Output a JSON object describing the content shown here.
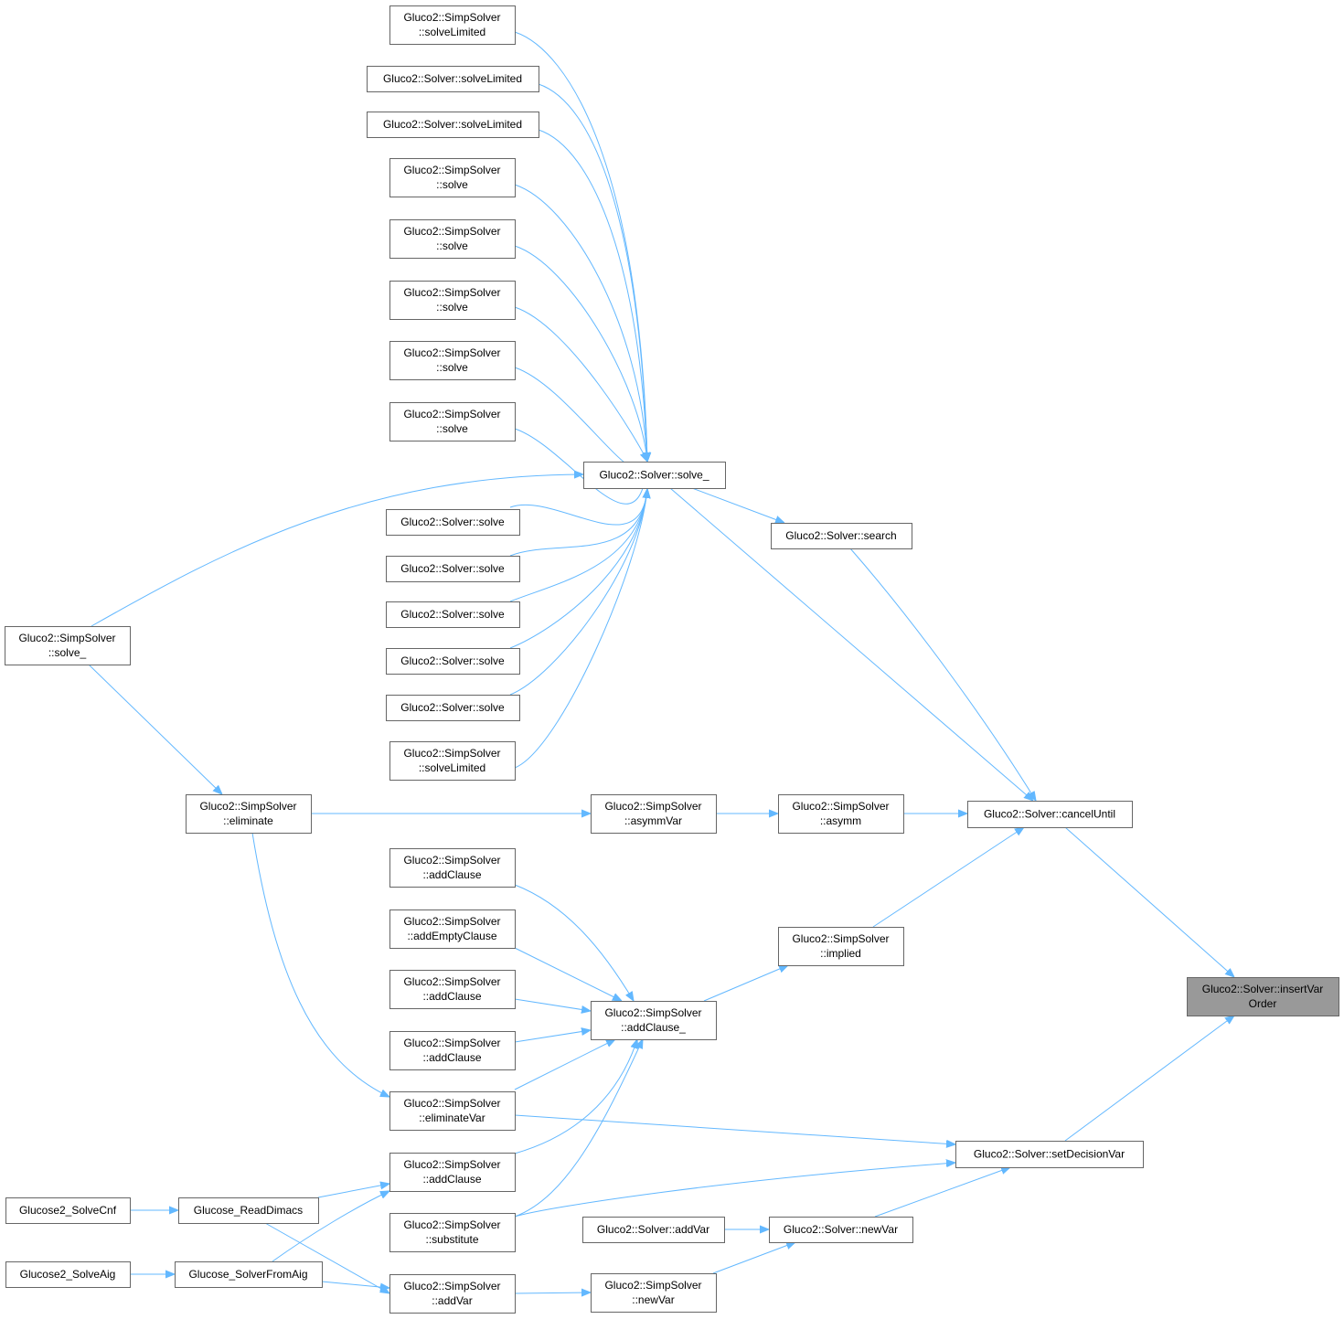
{
  "title": "Gluco2::Solver::insertVarOrder caller graph",
  "colors": {
    "edge": "#63b8ff",
    "node_border": "#666666",
    "current_node_fill": "#999999"
  },
  "nodes": {
    "insertVarOrder": [
      "Gluco2::Solver::insertVar",
      "Order"
    ],
    "cancelUntil": [
      "Gluco2::Solver::cancelUntil"
    ],
    "setDecisionVar": [
      "Gluco2::Solver::setDecisionVar"
    ],
    "solve_": [
      "Gluco2::Solver::solve_"
    ],
    "search": [
      "Gluco2::Solver::search"
    ],
    "asymm": [
      "Gluco2::SimpSolver",
      "::asymm"
    ],
    "implied": [
      "Gluco2::SimpSolver",
      "::implied"
    ],
    "newVar": [
      "Gluco2::Solver::newVar"
    ],
    "addVarS": [
      "Gluco2::Solver::addVar"
    ],
    "ssNewVar": [
      "Gluco2::SimpSolver",
      "::newVar"
    ],
    "asymmVar": [
      "Gluco2::SimpSolver",
      "::asymmVar"
    ],
    "addClause_": [
      "Gluco2::SimpSolver",
      "::addClause_"
    ],
    "eliminate": [
      "Gluco2::SimpSolver",
      "::eliminate"
    ],
    "ssSolve_": [
      "Gluco2::SimpSolver",
      "::solve_"
    ],
    "ssSolveLimited1": [
      "Gluco2::SimpSolver",
      "::solveLimited"
    ],
    "sSolveLimited1": [
      "Gluco2::Solver::solveLimited"
    ],
    "sSolveLimited2": [
      "Gluco2::Solver::solveLimited"
    ],
    "ssSolve1": [
      "Gluco2::SimpSolver",
      "::solve"
    ],
    "ssSolve2": [
      "Gluco2::SimpSolver",
      "::solve"
    ],
    "ssSolve3": [
      "Gluco2::SimpSolver",
      "::solve"
    ],
    "ssSolve4": [
      "Gluco2::SimpSolver",
      "::solve"
    ],
    "ssSolve5": [
      "Gluco2::SimpSolver",
      "::solve"
    ],
    "sSolve1": [
      "Gluco2::Solver::solve"
    ],
    "sSolve2": [
      "Gluco2::Solver::solve"
    ],
    "sSolve3": [
      "Gluco2::Solver::solve"
    ],
    "sSolve4": [
      "Gluco2::Solver::solve"
    ],
    "sSolve5": [
      "Gluco2::Solver::solve"
    ],
    "ssSolveLimited2": [
      "Gluco2::SimpSolver",
      "::solveLimited"
    ],
    "addClause1": [
      "Gluco2::SimpSolver",
      "::addClause"
    ],
    "addEmptyClause": [
      "Gluco2::SimpSolver",
      "::addEmptyClause"
    ],
    "addClause2": [
      "Gluco2::SimpSolver",
      "::addClause"
    ],
    "addClause3": [
      "Gluco2::SimpSolver",
      "::addClause"
    ],
    "eliminateVar": [
      "Gluco2::SimpSolver",
      "::eliminateVar"
    ],
    "addClause4": [
      "Gluco2::SimpSolver",
      "::addClause"
    ],
    "substitute": [
      "Gluco2::SimpSolver",
      "::substitute"
    ],
    "ssAddVar": [
      "Gluco2::SimpSolver",
      "::addVar"
    ],
    "readDimacs": [
      "Glucose_ReadDimacs"
    ],
    "solverFromAig": [
      "Glucose_SolverFromAig"
    ],
    "solveCnf": [
      "Glucose2_SolveCnf"
    ],
    "solveAig": [
      "Glucose2_SolveAig"
    ]
  }
}
